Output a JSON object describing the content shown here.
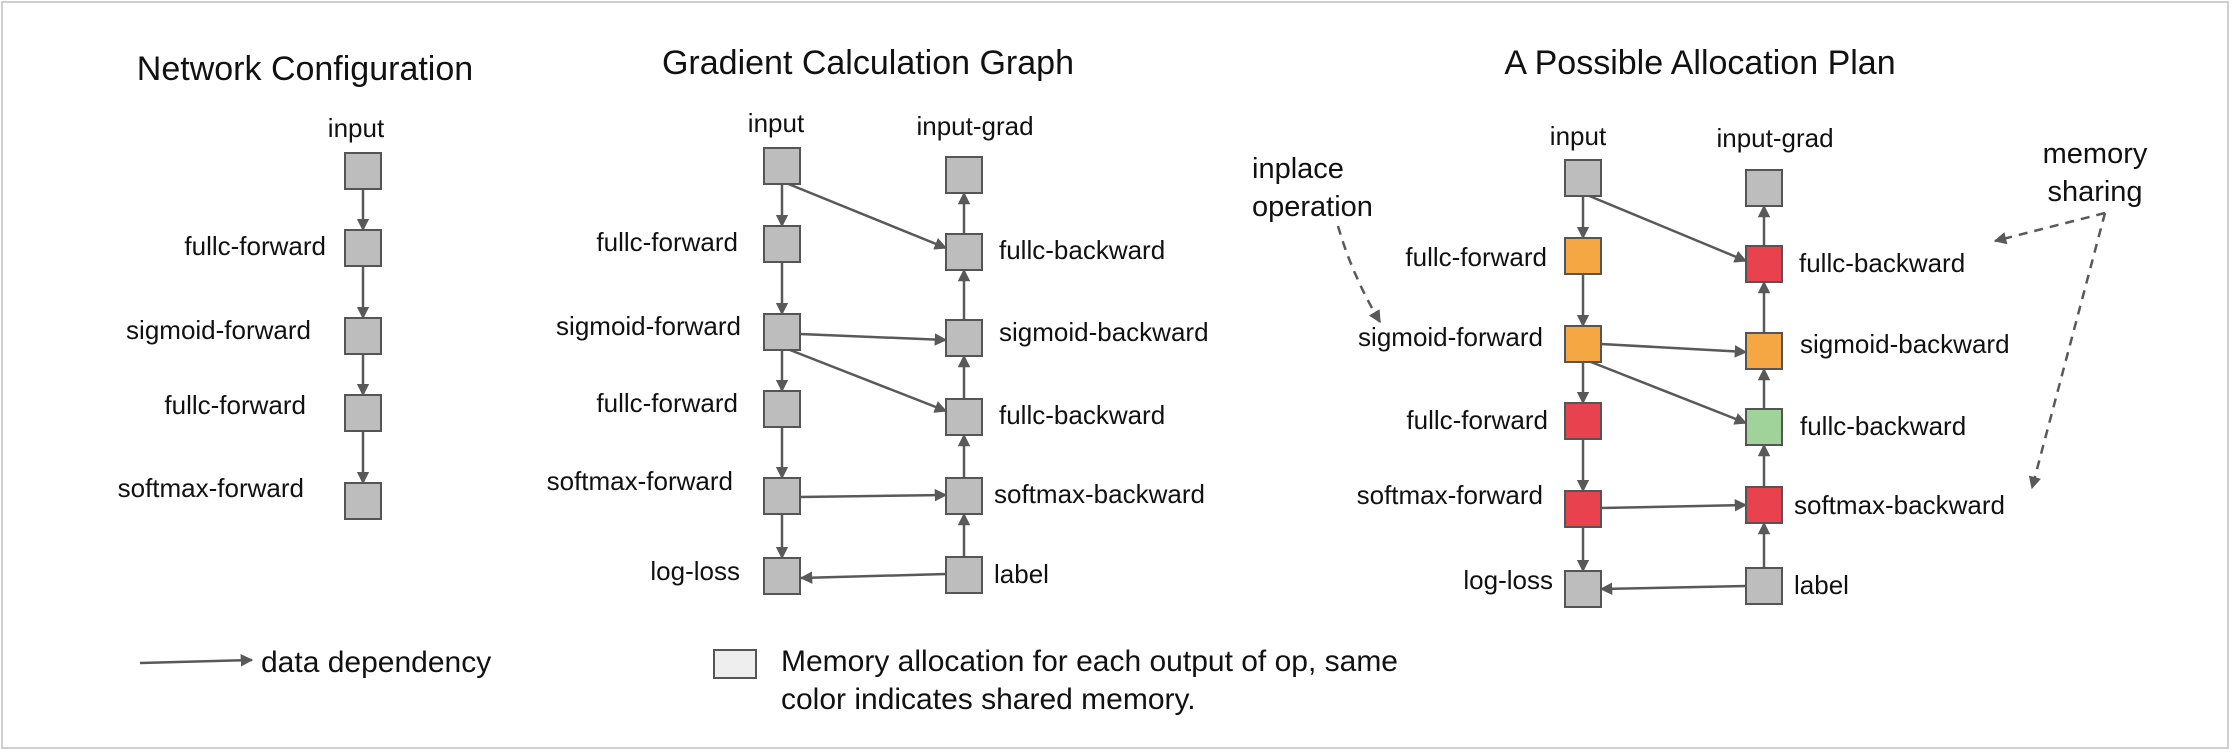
{
  "colors": {
    "default": "#bdbdbd",
    "orange": "#f4a742",
    "red": "#e8424f",
    "green": "#9fd39a",
    "legend_box": "#eeeeee",
    "stroke": "#555555",
    "arrow": "#595959"
  },
  "panel1": {
    "title": "Network Configuration",
    "nodes": [
      "input",
      "fullc-forward",
      "sigmoid-forward",
      "fullc-forward",
      "softmax-forward"
    ]
  },
  "panel2": {
    "title": "Gradient Calculation Graph",
    "forward": [
      "input",
      "fullc-forward",
      "sigmoid-forward",
      "fullc-forward",
      "softmax-forward",
      "log-loss"
    ],
    "backward": [
      "input-grad",
      "fullc-backward",
      "sigmoid-backward",
      "fullc-backward",
      "softmax-backward",
      "label"
    ]
  },
  "panel3": {
    "title": "A Possible Allocation Plan",
    "forward": [
      "input",
      "fullc-forward",
      "sigmoid-forward",
      "fullc-forward",
      "softmax-forward",
      "log-loss"
    ],
    "backward": [
      "input-grad",
      "fullc-backward",
      "sigmoid-backward",
      "fullc-backward",
      "softmax-backward",
      "label"
    ],
    "forward_colors": [
      "default",
      "orange",
      "orange",
      "red",
      "red",
      "default"
    ],
    "backward_colors": [
      "default",
      "red",
      "orange",
      "green",
      "red",
      "default"
    ],
    "annotation_inplace": [
      "inplace",
      "operation"
    ],
    "annotation_sharing": [
      "memory",
      "sharing"
    ]
  },
  "legend": {
    "dependency": "data dependency",
    "memory_line1": "Memory allocation for each output of op, same",
    "memory_line2": "color indicates shared memory."
  }
}
